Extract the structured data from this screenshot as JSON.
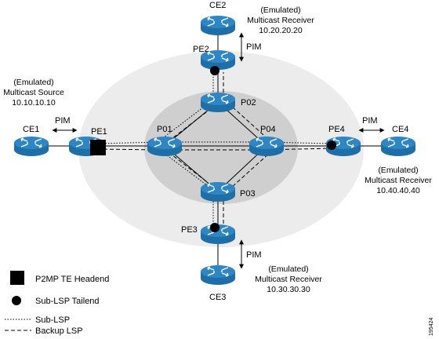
{
  "routers": {
    "ce1": "CE1",
    "pe1": "PE1",
    "ce2": "CE2",
    "pe2": "PE2",
    "p01": "P01",
    "p02": "P02",
    "p03": "P03",
    "p04": "P04",
    "pe3": "PE3",
    "ce3": "CE3",
    "pe4": "PE4",
    "ce4": "CE4"
  },
  "protocol": {
    "ce1_pe1": "PIM",
    "ce2_pe2": "PIM",
    "pe4_ce4": "PIM",
    "pe3_ce3": "PIM"
  },
  "annotations": {
    "source": {
      "line1": "(Emulated)",
      "line2": "Multicast Source",
      "line3": "10.10.10.10"
    },
    "receiver_top": {
      "line1": "(Emulated)",
      "line2": "Multicast Receiver",
      "line3": "10.20.20.20"
    },
    "receiver_right": {
      "line1": "(Emulated)",
      "line2": "Multicast Receiver",
      "line3": "10.40.40.40"
    },
    "receiver_bottom": {
      "line1": "(Emulated)",
      "line2": "Multicast Receiver",
      "line3": "10.30.30.30"
    }
  },
  "legend": {
    "headend": "P2MP TE Headend",
    "tailend": "Sub-LSP Tailend",
    "sublsp": "Sub-LSP",
    "backup": "Backup LSP"
  },
  "figure_number": "195424",
  "colors": {
    "router": "#1e6fa8",
    "router_top": "#2f86c4",
    "outer_zone": "#ececec",
    "inner_zone": "#cfcfcf",
    "link": "#000000"
  }
}
